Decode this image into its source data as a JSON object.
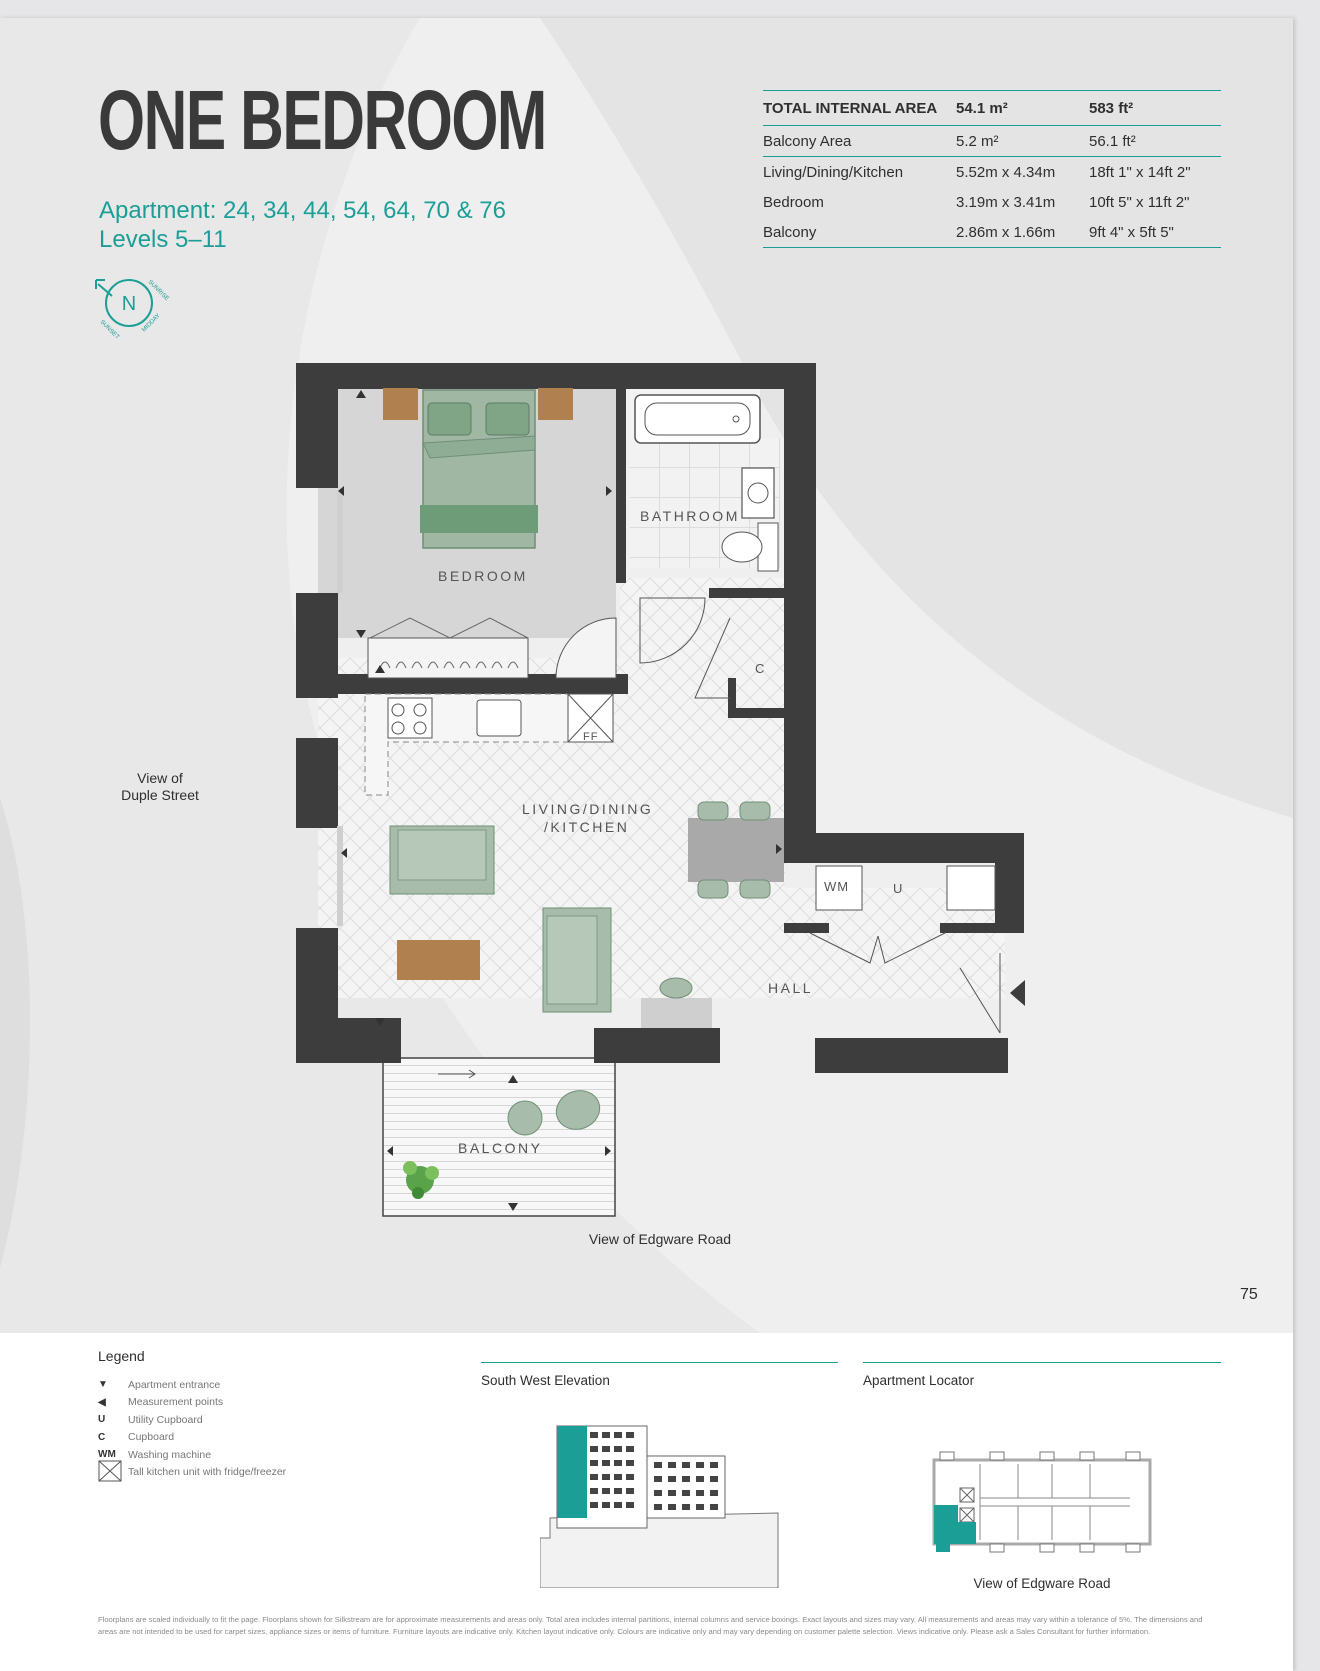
{
  "title": "ONE BEDROOM",
  "apartments": "Apartment: 24, 34, 44, 54, 64, 70 & 76",
  "levels": "Levels 5–11",
  "compass": {
    "north": "N",
    "sunrise": "SUNRISE",
    "midday": "MIDDAY",
    "sunset": "SUNSET"
  },
  "areas": {
    "total": {
      "label": "TOTAL INTERNAL AREA",
      "metric": "54.1 m²",
      "imperial": "583 ft²"
    },
    "rows": [
      {
        "label": "Balcony Area",
        "metric": "5.2 m²",
        "imperial": "56.1 ft²"
      },
      {
        "label": "Living/Dining/Kitchen",
        "metric": "5.52m x 4.34m",
        "imperial": "18ft 1\" x 14ft 2\""
      },
      {
        "label": "Bedroom",
        "metric": "3.19m x 3.41m",
        "imperial": "10ft 5\" x 11ft 2\""
      },
      {
        "label": "Balcony",
        "metric": "2.86m x 1.66m",
        "imperial": "9ft 4\" x 5ft 5\""
      }
    ]
  },
  "plan_labels": {
    "bedroom": "BEDROOM",
    "bathroom": "BATHROOM",
    "living1": "LIVING/DINING",
    "living2": "/KITCHEN",
    "hall": "HALL",
    "balcony": "BALCONY",
    "cupboard": "C",
    "utility": "U",
    "wm": "WM",
    "ff": "FF"
  },
  "view_left": [
    "View of",
    "Duple Street"
  ],
  "view_bottom": "View of Edgware Road",
  "page_number": "75",
  "legend": {
    "title": "Legend",
    "items": [
      {
        "symbol": "▼",
        "text": "Apartment entrance"
      },
      {
        "symbol": "◀",
        "text": "Measurement points"
      },
      {
        "symbol": "U",
        "text": "Utility Cupboard"
      },
      {
        "symbol": "C",
        "text": "Cupboard"
      },
      {
        "symbol": "WM",
        "text": "Washing machine"
      },
      {
        "symbol": "",
        "text": "Tall kitchen unit with fridge/freezer"
      }
    ]
  },
  "elevation_title": "South West Elevation",
  "locator_title": "Apartment Locator",
  "locator_view": "View of Edgware Road",
  "disclaimer": "Floorplans are scaled individually to fit the page. Floorplans shown for Silkstream are for approximate measurements and areas only. Total area includes internal partitions, internal columns and service boxings. Exact layouts and sizes may vary. All measurements and areas may vary within a tolerance of 5%. The dimensions and areas are not intended to be used for carpet sizes, appliance sizes or items of furniture. Furniture layouts are indicative only. Kitchen layout indicative only. Colours are indicative only and may vary depending on customer palette selection. Views indicative only. Please ask a Sales Consultant for further information.",
  "colors": {
    "accent": "#1b9e96",
    "wall": "#3d3d3d",
    "bedroom_floor": "#d4d4d4",
    "bed": "#9fb7a4",
    "wood": "#b0814f",
    "sofa": "#a8bcab"
  }
}
